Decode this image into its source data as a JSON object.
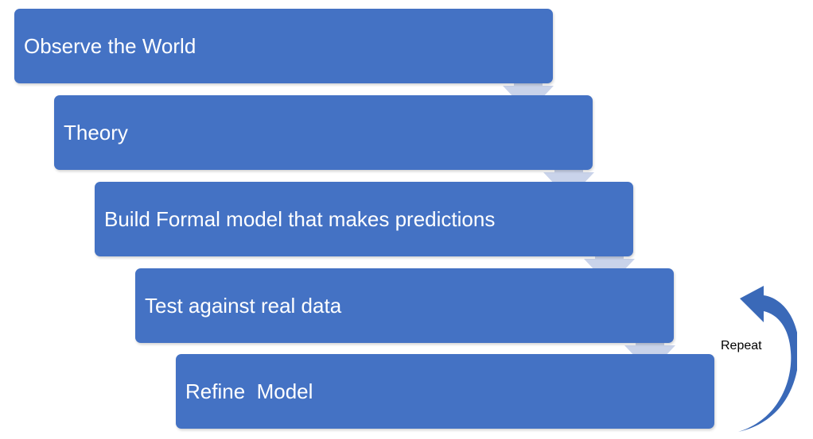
{
  "steps": [
    {
      "label": "Observe the World"
    },
    {
      "label": "Theory"
    },
    {
      "label": "Build Formal model that makes predictions"
    },
    {
      "label": "Test against real data"
    },
    {
      "label": "Refine  Model"
    }
  ],
  "repeat": {
    "label": "Repeat"
  },
  "colors": {
    "step_fill": "#4472c4",
    "connector_fill": "#c9d3ea",
    "repeat_arrow_fill": "#3a69b8"
  }
}
